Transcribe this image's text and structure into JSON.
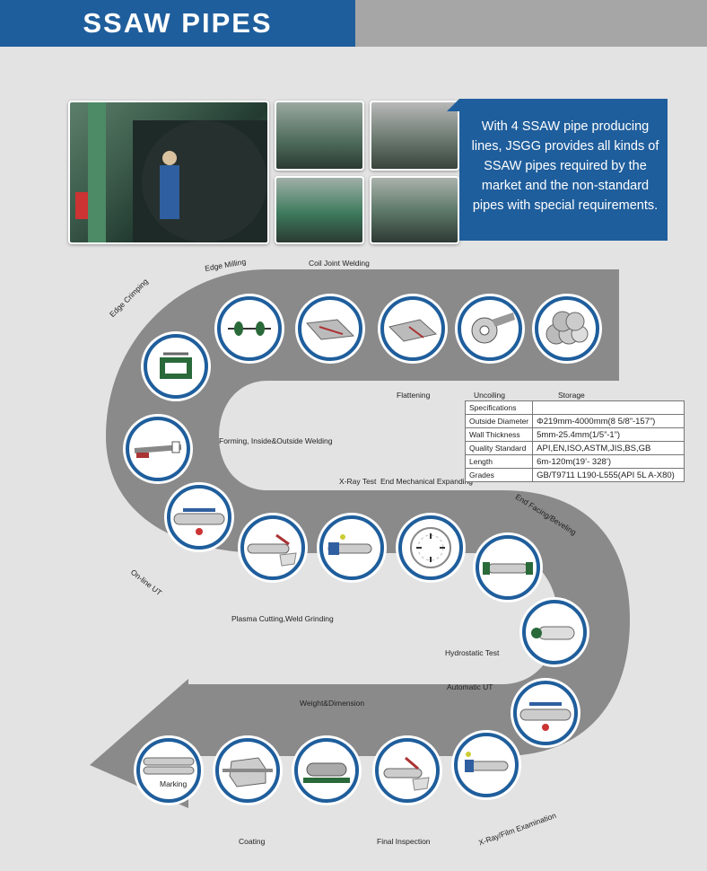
{
  "header": {
    "title": "SSAW PIPES",
    "colors": {
      "blue": "#1f5e9c",
      "grey": "#a6a6a6"
    }
  },
  "intro": {
    "text": "With 4 SSAW pipe producing lines, JSGG provides all kinds of SSAW pipes required by the market and the non-standard pipes with special requirements."
  },
  "photos": [
    {
      "icon": "factory-photo-worker"
    },
    {
      "icon": "factory-photo-line-1"
    },
    {
      "icon": "factory-photo-line-2"
    },
    {
      "icon": "factory-photo-line-3"
    },
    {
      "icon": "factory-photo-line-4"
    }
  ],
  "process": {
    "storage": "Storage",
    "uncoiling": "Uncoiling",
    "flattening": "Flattening",
    "coil_joint_welding": "Coil Joint Welding",
    "edge_milling": "Edge Milling",
    "edge_crimping": "Edge Crimping",
    "forming": "Forming, Inside&Outside Welding",
    "online_ut": "On-line UT",
    "plasma_cutting": "Plasma Cutting,Weld Grinding",
    "xray_test": "X-Ray Test",
    "end_expanding": "End Mechanical Expanding",
    "end_facing": "End Facing/Beveling",
    "hydrostatic": "Hydrostatic Test",
    "automatic_ut": "Automatic UT",
    "xray_film": "X-Ray/Film Examination",
    "final_inspection": "Final Inspection",
    "weight_dimension": "Weight&Dimension",
    "coating": "Coating",
    "marking": "Marking"
  },
  "specs": {
    "header": "Specifications",
    "rows": [
      {
        "key": "Outside Diameter",
        "value": "Φ219mm-4000mm(8  5/8”-157”)"
      },
      {
        "key": "Wall Thickness",
        "value": "5mm-25.4mm(1/5”-1”)"
      },
      {
        "key": "Quality Standard",
        "value": "API,EN,ISO,ASTM,JIS,BS,GB"
      },
      {
        "key": "Length",
        "value": "6m-120m(19’- 328’)"
      },
      {
        "key": "Grades",
        "value": "GB/T9711 L190-L555(API  5L  A-X80)"
      }
    ]
  },
  "colors": {
    "path": "#8a8a8a",
    "ring": "#1f5e9c",
    "bg": "#e3e3e3"
  }
}
